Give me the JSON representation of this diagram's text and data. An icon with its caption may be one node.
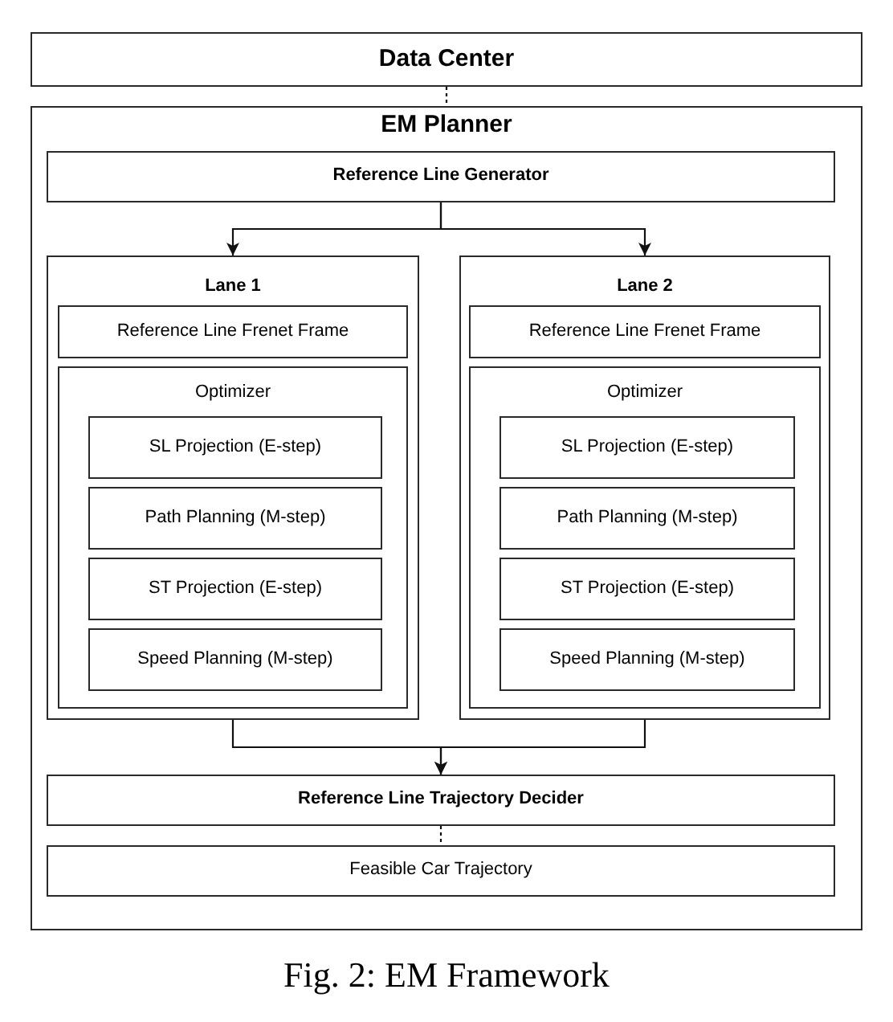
{
  "diagram": {
    "caption": "Fig. 2: EM Framework",
    "nodes": [
      {
        "text": [
          "Data Center"
        ]
      },
      {
        "text": [
          "EM Planner"
        ]
      },
      {
        "text": [
          "Reference Line Generator"
        ],
        "in": 1
      },
      {
        "text": [
          "Lane 1"
        ],
        "in": 1
      },
      {
        "text": [
          "Reference Line Frenet Frame"
        ],
        "in": 3
      },
      {
        "text": [
          "Optimizer"
        ],
        "in": 3
      },
      {
        "text": [
          "SL Projection (E-step)"
        ],
        "in": 5
      },
      {
        "text": [
          "Path Planning (M-step)"
        ],
        "in": 5
      },
      {
        "text": [
          "ST Projection (E-step)"
        ],
        "in": 5
      },
      {
        "text": [
          "Speed Planning (M-step)"
        ],
        "in": 5
      },
      {
        "text": [
          "Lane 2"
        ],
        "in": 1
      },
      {
        "text": [
          "Reference Line Frenet Frame"
        ],
        "in": 10
      },
      {
        "text": [
          "Optimizer"
        ],
        "in": 10
      },
      {
        "text": [
          "SL Projection (E-step)"
        ],
        "in": 12
      },
      {
        "text": [
          "Path Planning (M-step)"
        ],
        "in": 12
      },
      {
        "text": [
          "ST Projection (E-step)"
        ],
        "in": 12
      },
      {
        "text": [
          "Speed Planning (M-step)"
        ],
        "in": 12
      },
      {
        "text": [
          "Reference Line Trajectory Decider"
        ],
        "in": 1
      },
      {
        "text": [
          "Feasible Car Trajectory"
        ],
        "in": 1
      }
    ],
    "edges": [
      {
        "from": 0,
        "to": 1,
        "arrow": "none",
        "style": "dashed"
      },
      {
        "from": 2,
        "to": 3,
        "arrow": "to"
      },
      {
        "from": 2,
        "to": 10,
        "arrow": "to"
      },
      {
        "from": 3,
        "to": 17,
        "arrow": "to"
      },
      {
        "from": 10,
        "to": 17,
        "arrow": "to"
      },
      {
        "from": 17,
        "to": 18,
        "arrow": "none",
        "style": "dashed"
      }
    ]
  }
}
